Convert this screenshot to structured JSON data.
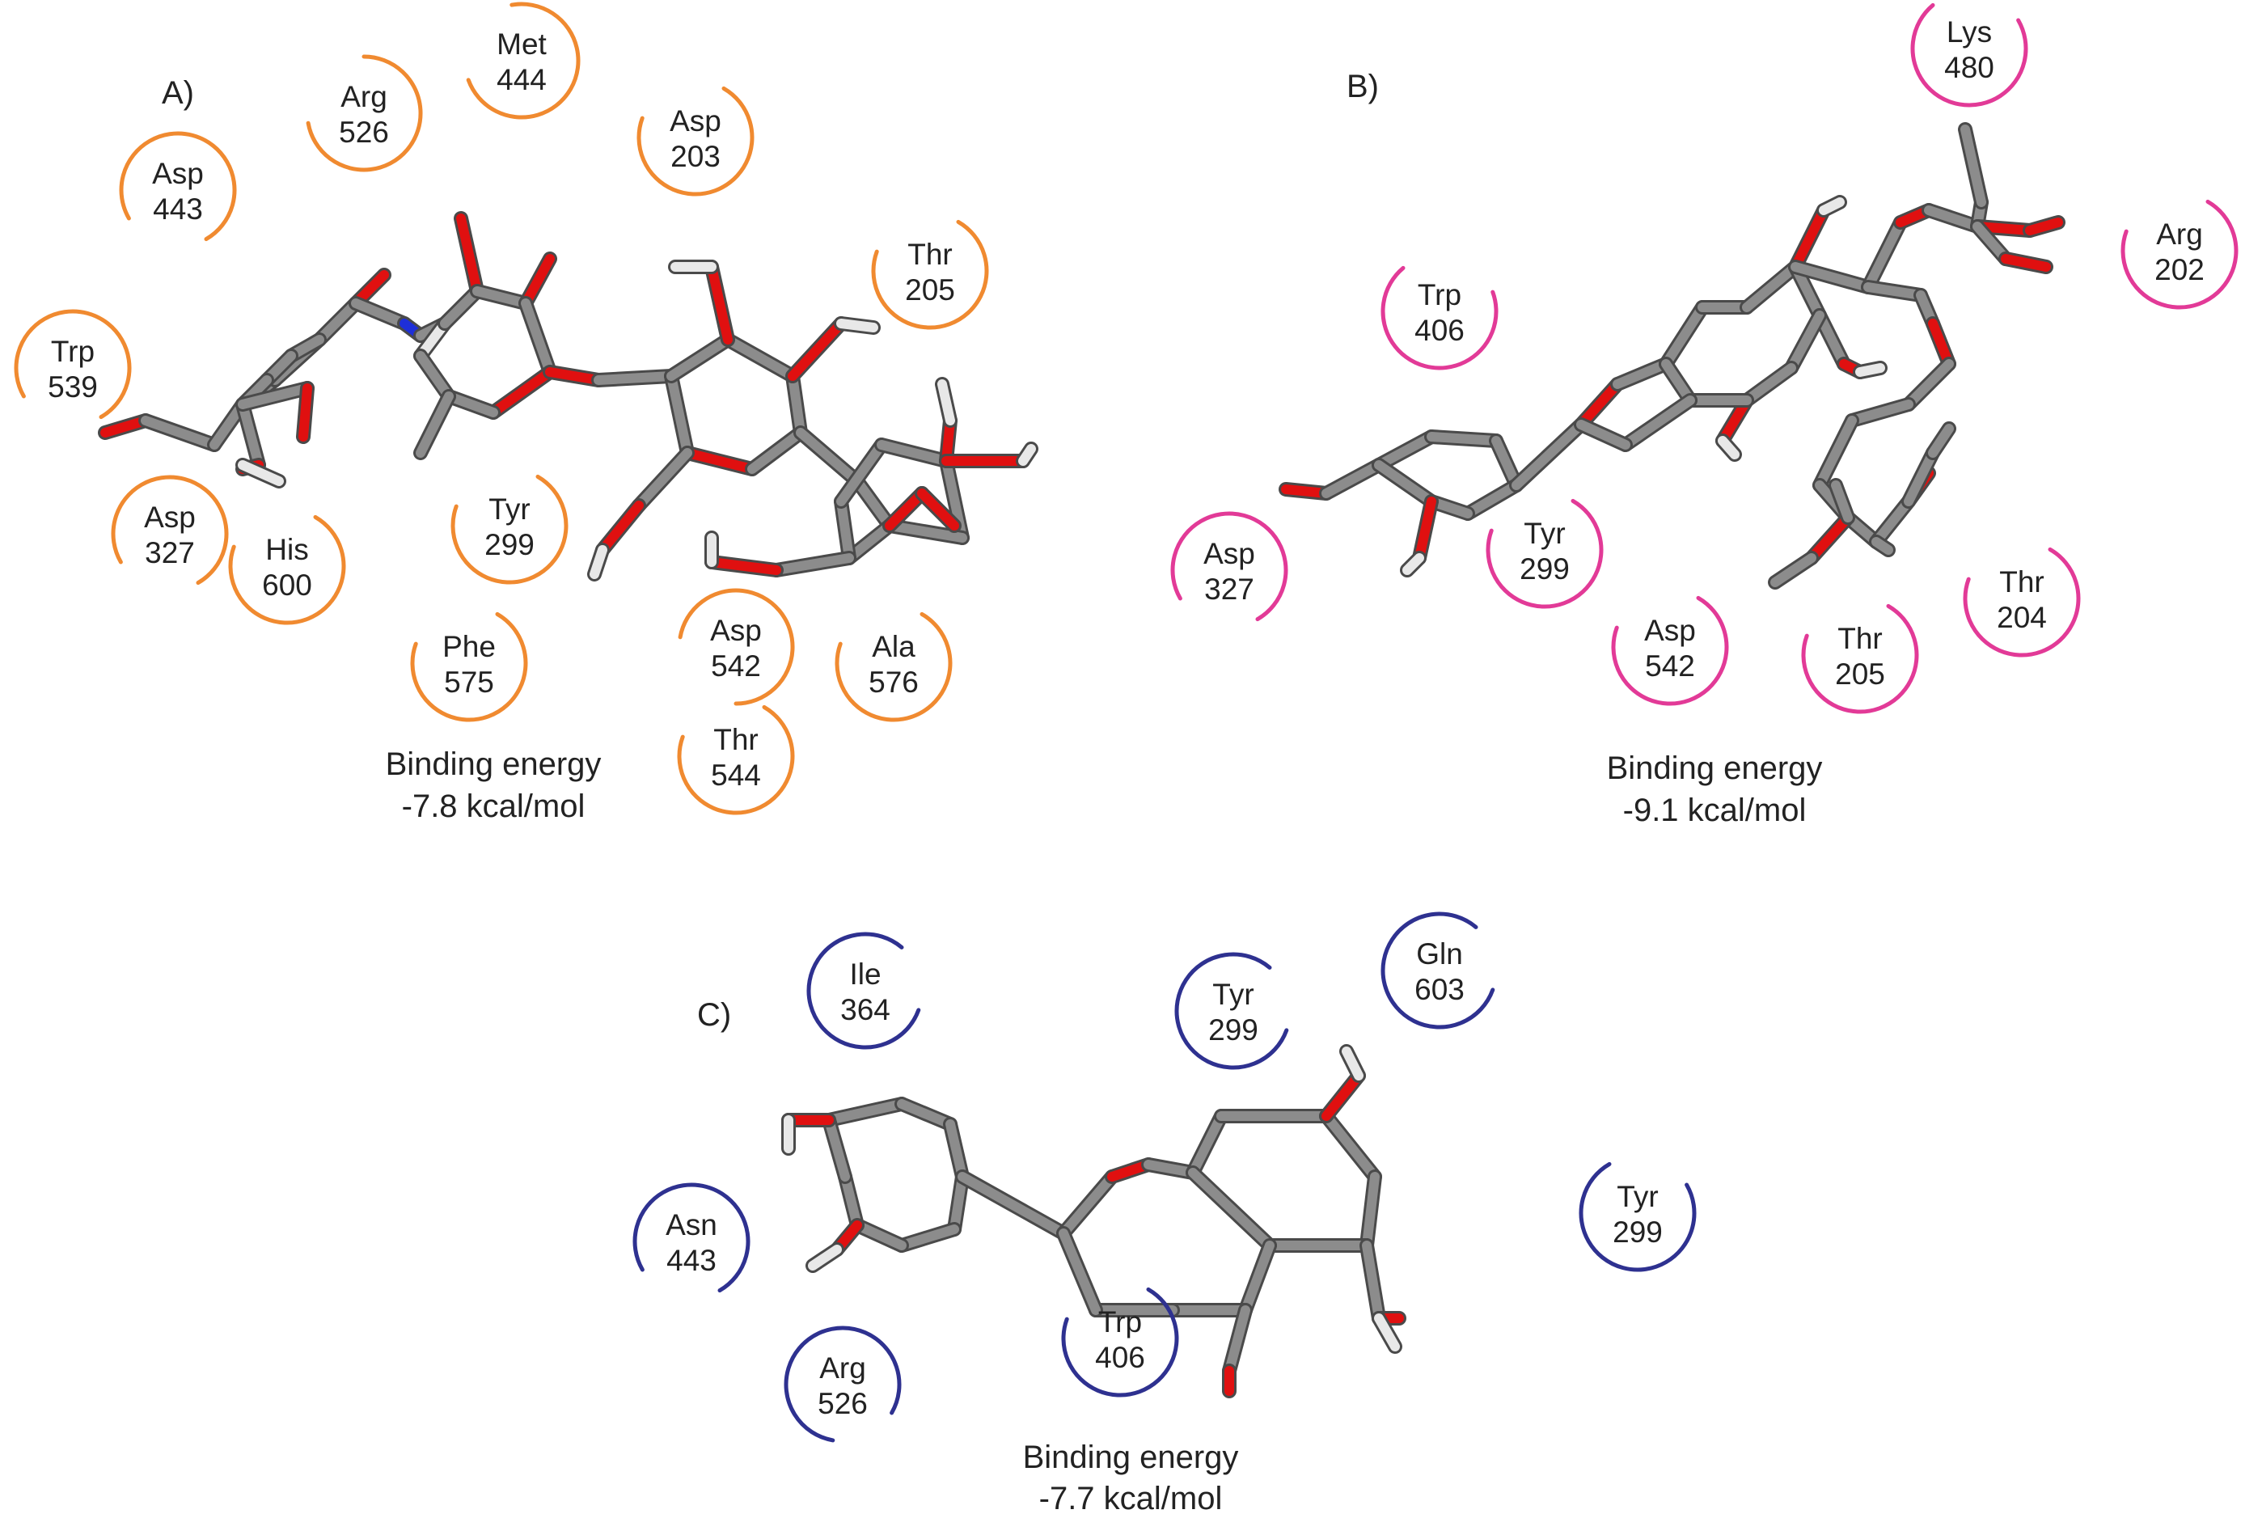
{
  "colors": {
    "panel_a_arcs": "#F08A30",
    "panel_b_arcs": "#E23A97",
    "panel_c_arcs": "#2E3190",
    "bond": "#8C8C8C",
    "oxygen": "#E01010",
    "nitrogen": "#1E2FD8",
    "hydrogen": "#E8E8E8",
    "text": "#222222"
  },
  "panels": [
    {
      "id": "A",
      "label": "A)",
      "energy_title": "Binding energy",
      "energy_value": "-7.8 kcal/mol",
      "residues": [
        {
          "name": "Met",
          "num": "444"
        },
        {
          "name": "Arg",
          "num": "526"
        },
        {
          "name": "Asp",
          "num": "203"
        },
        {
          "name": "Asp",
          "num": "443"
        },
        {
          "name": "Thr",
          "num": "205"
        },
        {
          "name": "Trp",
          "num": "539"
        },
        {
          "name": "Asp",
          "num": "327"
        },
        {
          "name": "Tyr",
          "num": "299"
        },
        {
          "name": "His",
          "num": "600"
        },
        {
          "name": "Phe",
          "num": "575"
        },
        {
          "name": "Asp",
          "num": "542"
        },
        {
          "name": "Ala",
          "num": "576"
        },
        {
          "name": "Thr",
          "num": "544"
        }
      ]
    },
    {
      "id": "B",
      "label": "B)",
      "energy_title": "Binding energy",
      "energy_value": "-9.1 kcal/mol",
      "residues": [
        {
          "name": "Lys",
          "num": "480"
        },
        {
          "name": "Arg",
          "num": "202"
        },
        {
          "name": "Trp",
          "num": "406"
        },
        {
          "name": "Asp",
          "num": "327"
        },
        {
          "name": "Tyr",
          "num": "299"
        },
        {
          "name": "Asp",
          "num": "542"
        },
        {
          "name": "Thr",
          "num": "205"
        },
        {
          "name": "Thr",
          "num": "204"
        }
      ]
    },
    {
      "id": "C",
      "label": "C)",
      "energy_title": "Binding energy",
      "energy_value": "-7.7 kcal/mol",
      "residues": [
        {
          "name": "Ile",
          "num": "364"
        },
        {
          "name": "Tyr",
          "num": "299"
        },
        {
          "name": "Gln",
          "num": "603"
        },
        {
          "name": "Tyr",
          "num": "299"
        },
        {
          "name": "Asn",
          "num": "443"
        },
        {
          "name": "Trp",
          "num": "406"
        },
        {
          "name": "Arg",
          "num": "526"
        }
      ]
    }
  ]
}
